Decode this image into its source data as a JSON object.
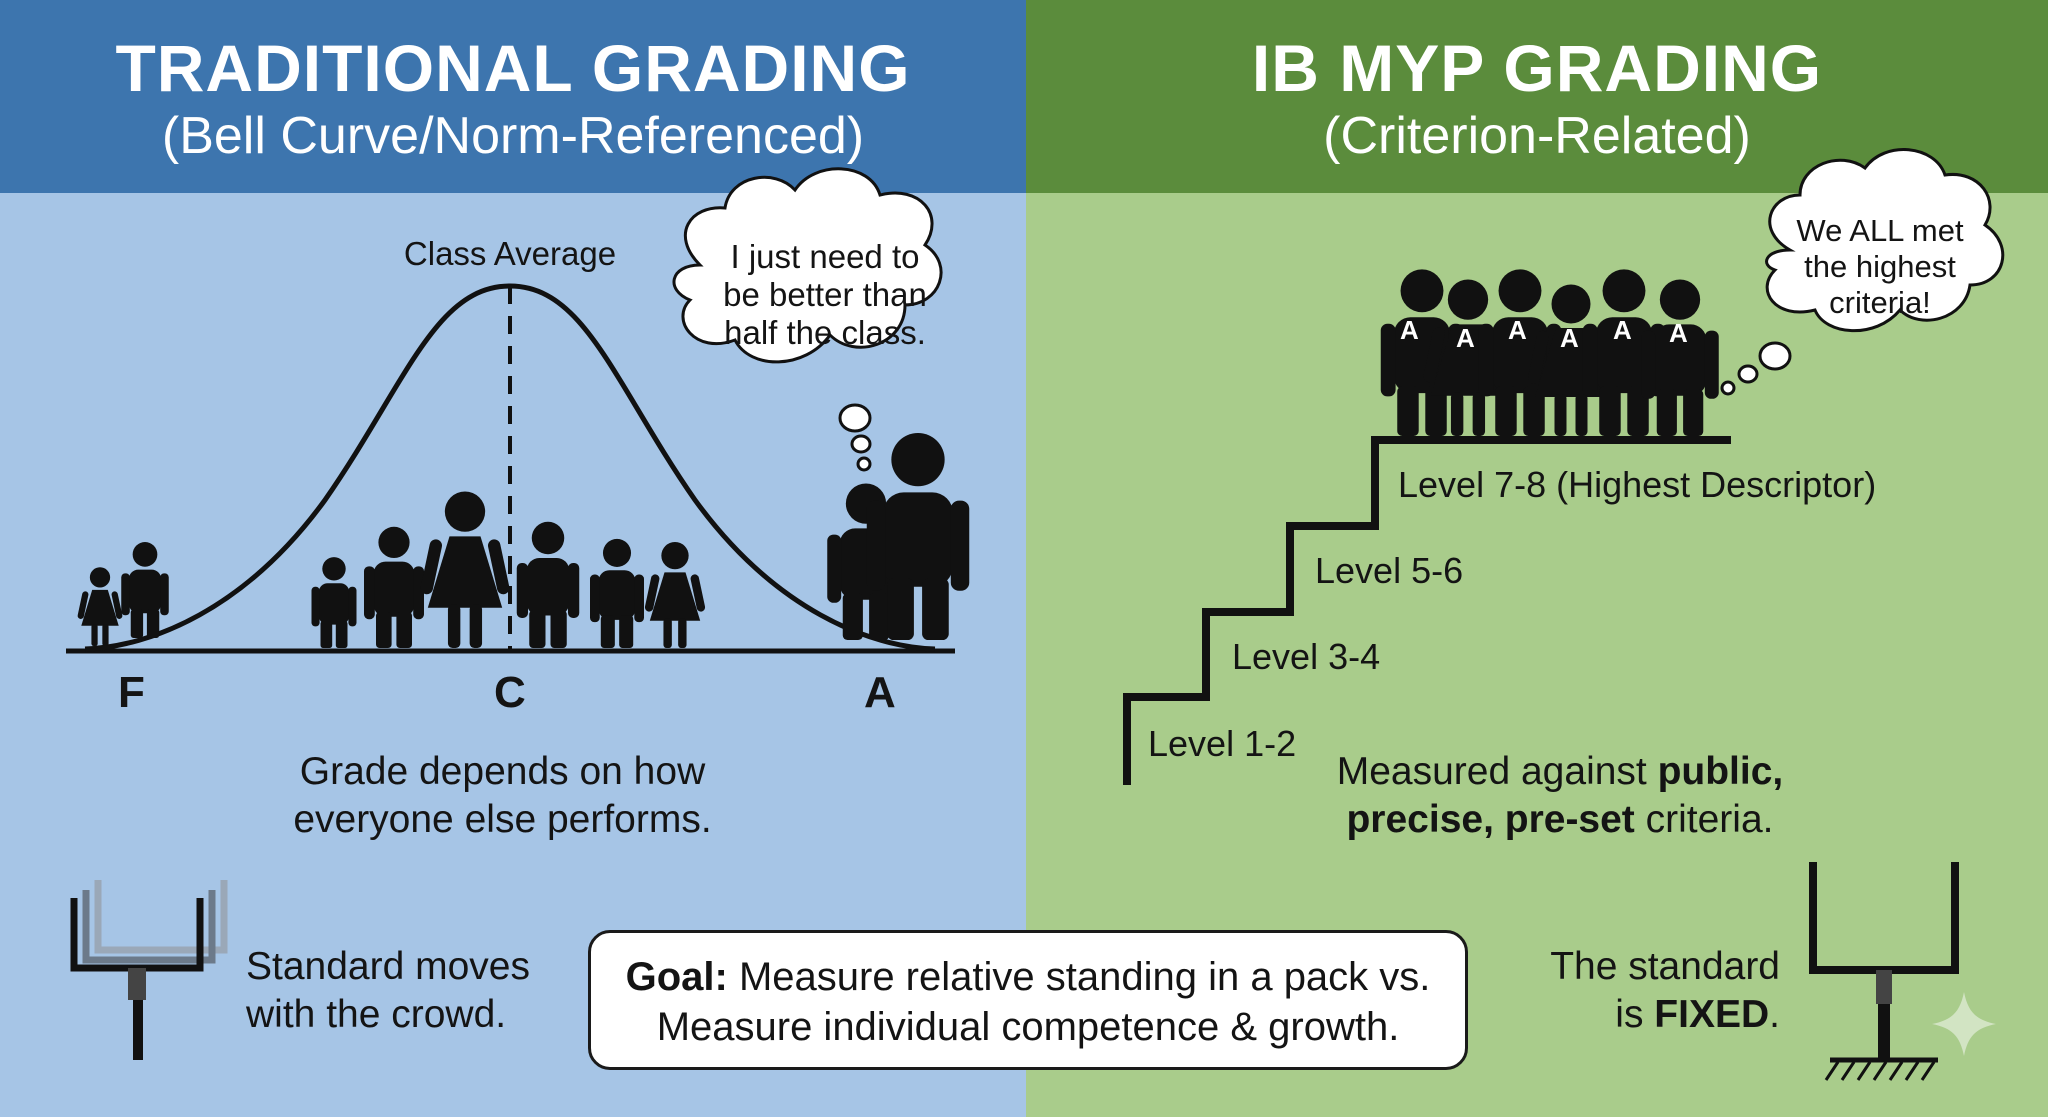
{
  "left": {
    "title": "TRADITIONAL GRADING",
    "subtitle": "(Bell Curve/Norm-Referenced)",
    "curve_label": "Class Average",
    "thought": "I just need to be better than half the class.",
    "grades": [
      "F",
      "C",
      "A"
    ],
    "caption": "Grade depends on how everyone else performs.",
    "goalpost_text": "Standard moves with the crowd."
  },
  "right": {
    "title": "IB MYP GRADING",
    "subtitle": "(Criterion-Related)",
    "thought": "We ALL met the highest criteria!",
    "student_grade": "A",
    "levels": [
      "Level 1-2",
      "Level 3-4",
      "Level 5-6",
      "Level 7-8 (Highest Descriptor)"
    ],
    "caption_pre": "Measured against ",
    "caption_bold1": "public, precise, pre-set",
    "caption_post": " criteria.",
    "goalpost_pre": "The standard is ",
    "goalpost_bold": "FIXED",
    "goalpost_post": "."
  },
  "goal": {
    "label": "Goal:",
    "text": " Measure relative standing in a pack vs. Measure individual competence & growth."
  },
  "colors": {
    "left_header": "#3d75ae",
    "left_bg": "#a6c5e6",
    "right_header": "#5b8c3c",
    "right_bg": "#a9cc8b"
  }
}
